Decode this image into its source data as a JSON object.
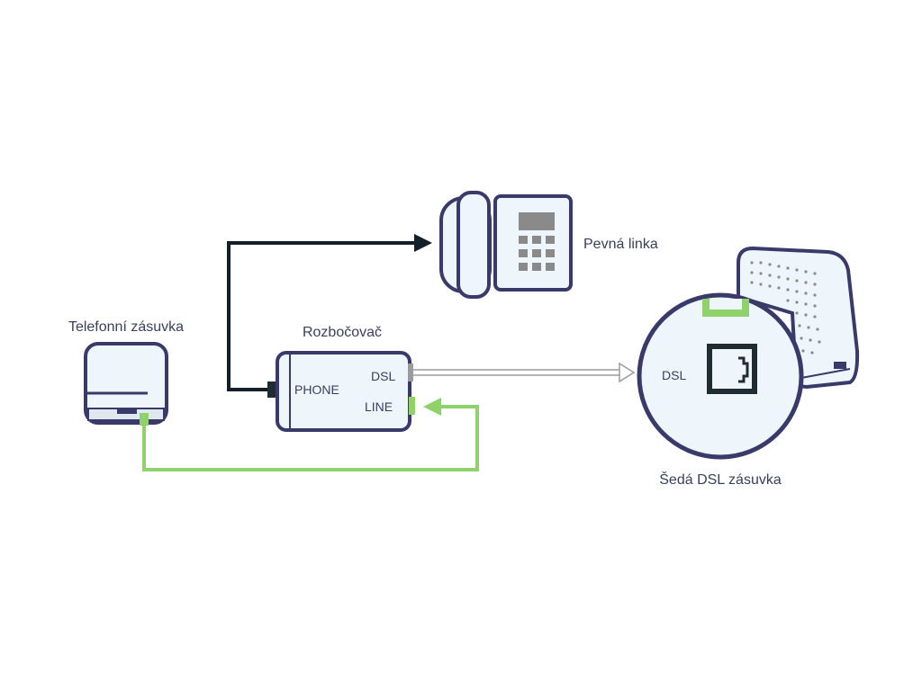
{
  "labels": {
    "wall_socket": "Telefonní zásuvka",
    "splitter": "Rozbočovač",
    "landline": "Pevná linka",
    "dsl_socket": "Šedá DSL zásuvka"
  },
  "splitter_ports": {
    "phone": "PHONE",
    "dsl": "DSL",
    "line": "LINE"
  },
  "dsl_socket_port": "DSL",
  "colors": {
    "outline": "#3a3a6a",
    "fill": "#eef6fb",
    "green": "#8fd16a",
    "dark_line": "#13202a",
    "gray_line": "#9a9aa0",
    "port_dark": "#1f2d33"
  }
}
